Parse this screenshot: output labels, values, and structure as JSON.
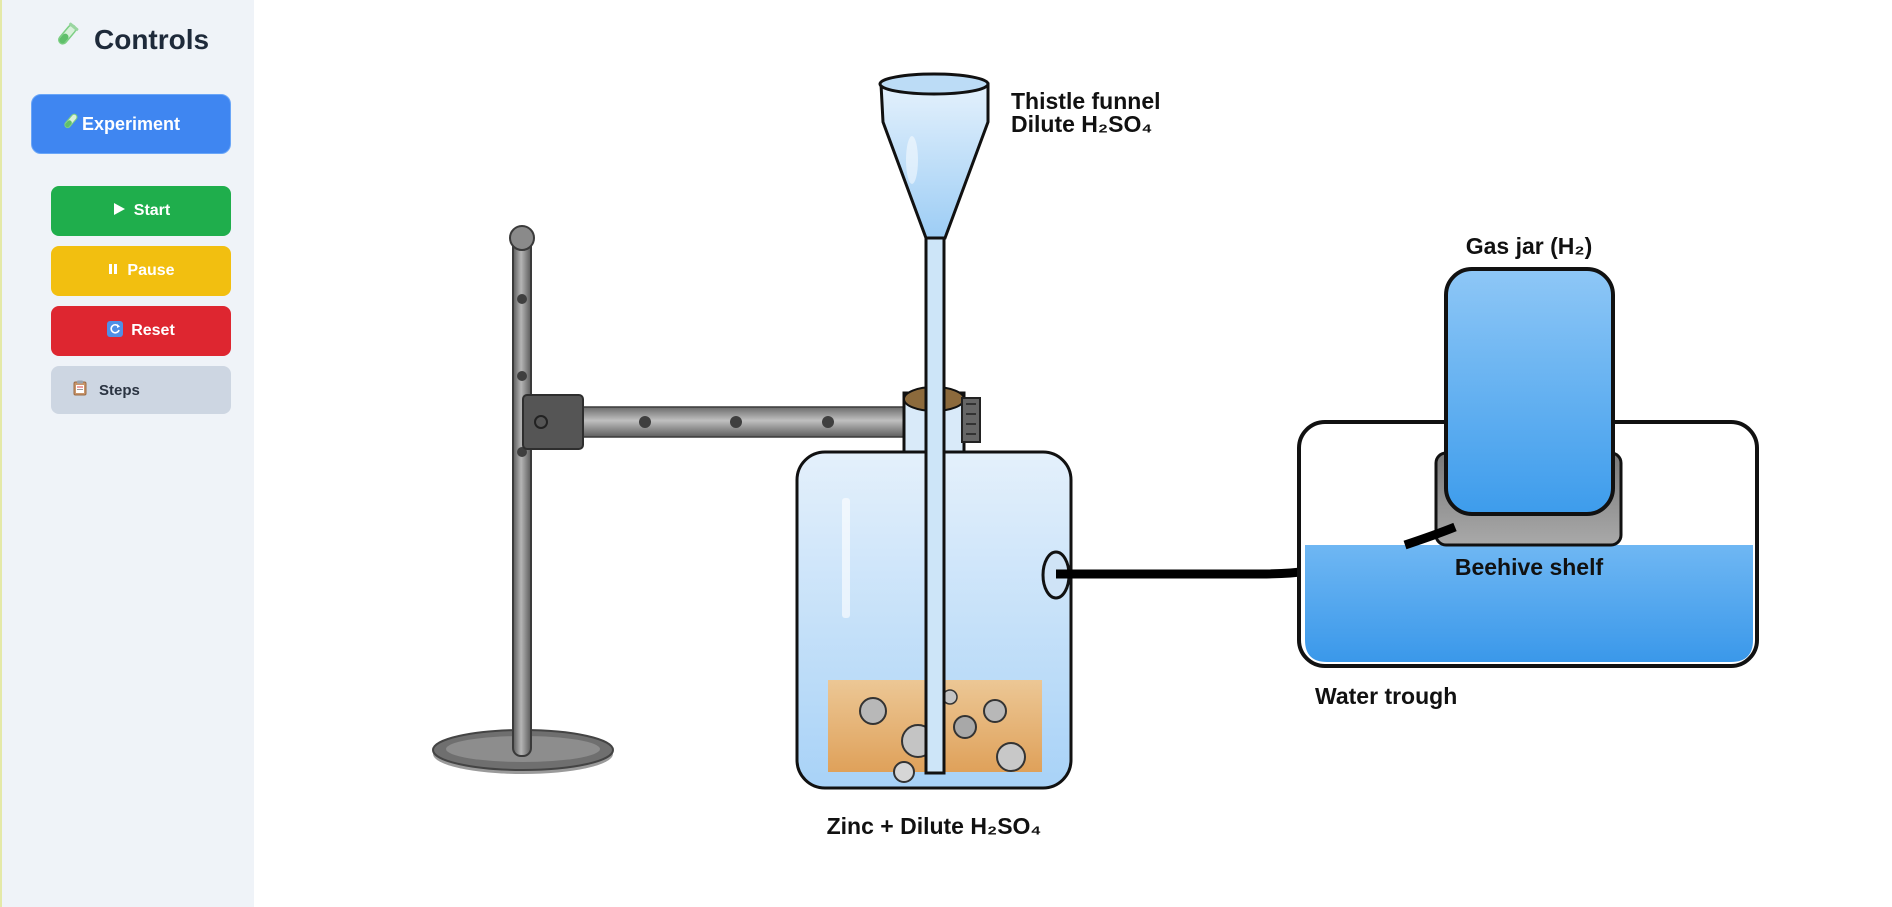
{
  "sidebar": {
    "title": "Controls",
    "title_icon": "test-tube-icon",
    "experiment_label": "Experiment",
    "buttons": {
      "start": {
        "label": "Start",
        "icon": "play-icon",
        "color": "#1fae4c"
      },
      "pause": {
        "label": "Pause",
        "icon": "pause-icon",
        "color": "#f2bf10"
      },
      "reset": {
        "label": "Reset",
        "icon": "refresh-icon",
        "color": "#de2630"
      },
      "steps": {
        "label": "Steps",
        "icon": "clipboard-icon",
        "color": "#cdd6e2"
      }
    }
  },
  "apparatus": {
    "funnel_label_line1": "Thistle funnel",
    "funnel_label_line2": "Dilute H₂SO₄",
    "gas_jar_label": "Gas jar (H₂)",
    "shelf_label": "Beehive shelf",
    "trough_label": "Water trough",
    "flask_label": "Zinc + Dilute H₂SO₄"
  },
  "colors": {
    "accent_blue": "#3f86f1",
    "water": "#4ea6ef",
    "zinc_mixture": "#e2a863"
  }
}
